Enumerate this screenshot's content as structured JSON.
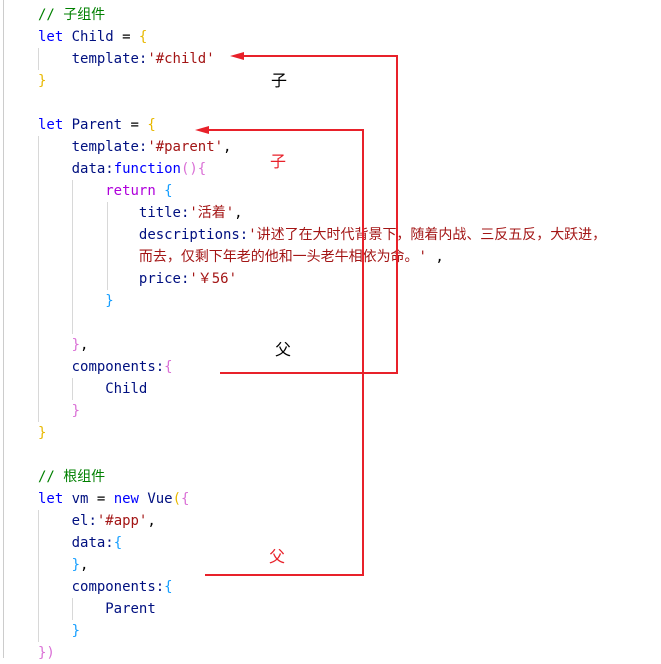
{
  "code_lines": [
    [
      [
        "// 子组件",
        "cm"
      ]
    ],
    [
      [
        "let ",
        "kw"
      ],
      [
        "Child ",
        "id"
      ],
      [
        "= ",
        "pl"
      ],
      [
        "{",
        "b1"
      ]
    ],
    [
      [
        "    template:",
        "id"
      ],
      [
        "'#child'",
        "str"
      ]
    ],
    [
      [
        "}",
        "b1"
      ]
    ],
    [],
    [
      [
        "let ",
        "kw"
      ],
      [
        "Parent ",
        "id"
      ],
      [
        "= ",
        "pl"
      ],
      [
        "{",
        "b1"
      ]
    ],
    [
      [
        "    template:",
        "id"
      ],
      [
        "'#parent'",
        "str"
      ],
      [
        ",",
        "pl"
      ]
    ],
    [
      [
        "    data:",
        "id"
      ],
      [
        "function",
        "kw"
      ],
      [
        "()",
        "b2"
      ],
      [
        "{",
        "b2"
      ]
    ],
    [
      [
        "        return ",
        "rt"
      ],
      [
        "{",
        "b3"
      ]
    ],
    [
      [
        "            title:",
        "id"
      ],
      [
        "'活着'",
        "str"
      ],
      [
        ",",
        "pl"
      ]
    ],
    [
      [
        "            descriptions:",
        "id"
      ],
      [
        "'讲述了在大时代背景下，随着内战、三反五反，大跃进，",
        "str"
      ]
    ],
    [
      [
        "            而去，仅剩下年老的他和一头老牛相依为命。'",
        "str"
      ],
      [
        " ,",
        "pl"
      ]
    ],
    [
      [
        "            price:",
        "id"
      ],
      [
        "'￥56'",
        "str"
      ]
    ],
    [
      [
        "        }",
        "b3"
      ]
    ],
    [],
    [
      [
        "    }",
        "b2"
      ],
      [
        ",",
        "pl"
      ]
    ],
    [
      [
        "    components:",
        "id"
      ],
      [
        "{",
        "b2"
      ]
    ],
    [
      [
        "        Child",
        "id"
      ]
    ],
    [
      [
        "    }",
        "b2"
      ]
    ],
    [
      [
        "}",
        "b1"
      ]
    ],
    [],
    [
      [
        "// 根组件",
        "cm"
      ]
    ],
    [
      [
        "let ",
        "kw"
      ],
      [
        "vm ",
        "id"
      ],
      [
        "= ",
        "pl"
      ],
      [
        "new ",
        "kw"
      ],
      [
        "Vue",
        "id"
      ],
      [
        "(",
        "b1"
      ],
      [
        "{",
        "b2"
      ]
    ],
    [
      [
        "    el:",
        "id"
      ],
      [
        "'#app'",
        "str"
      ],
      [
        ",",
        "pl"
      ]
    ],
    [
      [
        "    data:",
        "id"
      ],
      [
        "{",
        "b3"
      ]
    ],
    [
      [
        "    }",
        "b3"
      ],
      [
        ",",
        "pl"
      ]
    ],
    [
      [
        "    components:",
        "id"
      ],
      [
        "{",
        "b3"
      ]
    ],
    [
      [
        "        Parent",
        "id"
      ]
    ],
    [
      [
        "    }",
        "b3"
      ]
    ],
    [
      [
        "})",
        "b2"
      ]
    ]
  ],
  "annotations": {
    "child_label_black": "子",
    "child_label_red": "子",
    "parent_label_black": "父",
    "parent_label_red": "父"
  },
  "colors": {
    "arrow": "#e8212a",
    "keyword": "#0000ff",
    "string": "#a31515",
    "comment": "#008000"
  }
}
